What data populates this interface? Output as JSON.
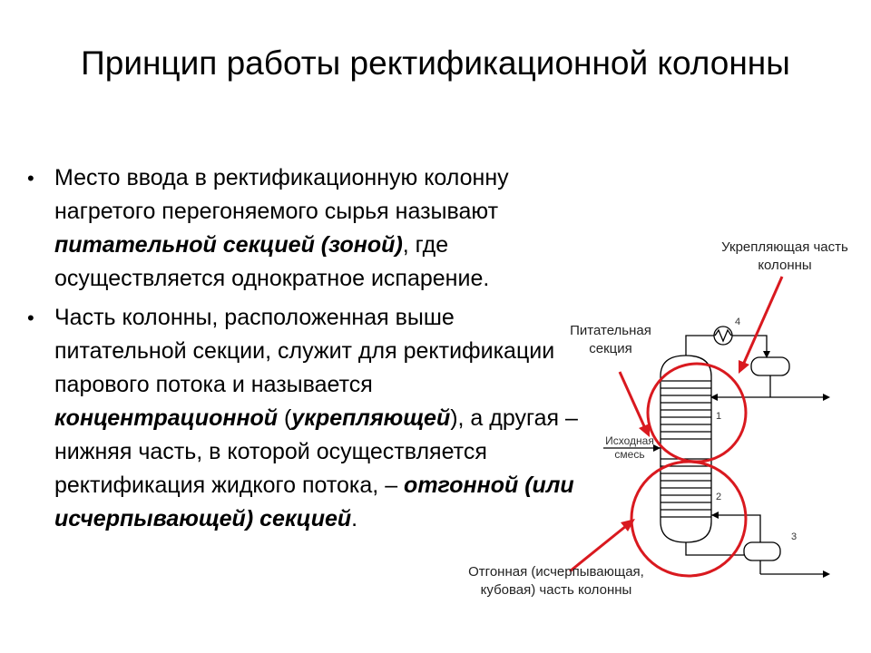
{
  "slide": {
    "title": "Принцип работы ректификационной колонны"
  },
  "bullets": [
    {
      "parts": [
        {
          "text": "Место ввода в ректификационную колонну нагретого перегоняемого сырья называют ",
          "style": "normal"
        },
        {
          "text": "питательной секцией (зоной)",
          "style": "bold-italic"
        },
        {
          "text": ", где осуществляется однократное испарение.",
          "style": "normal"
        }
      ]
    },
    {
      "parts": [
        {
          "text": "Часть колонны, расположенная выше питательной секции, служит для ректификации парового потока и называется ",
          "style": "normal"
        },
        {
          "text": "концентрационной",
          "style": "bold-italic"
        },
        {
          "text": " (",
          "style": "normal"
        },
        {
          "text": "укрепляющей",
          "style": "bold-italic"
        },
        {
          "text": "), а другая – нижняя часть, в которой осуществляется ректификация жидкого потока, – ",
          "style": "normal"
        },
        {
          "text": "отгонной (или исчерпывающей) секцией",
          "style": "bold-italic"
        },
        {
          "text": ".",
          "style": "normal"
        }
      ]
    }
  ],
  "diagram": {
    "label_rectifying": "Укрепляющая часть колонны",
    "label_feed_section": "Питательная секция",
    "label_feed_mix": "Исходная смесь",
    "label_stripping": "Отгонная (исчерпывающая, кубовая) часть колонны",
    "numbers": [
      "1",
      "2",
      "3",
      "4"
    ],
    "highlight_color": "#d9191f",
    "line_color": "#000000"
  }
}
